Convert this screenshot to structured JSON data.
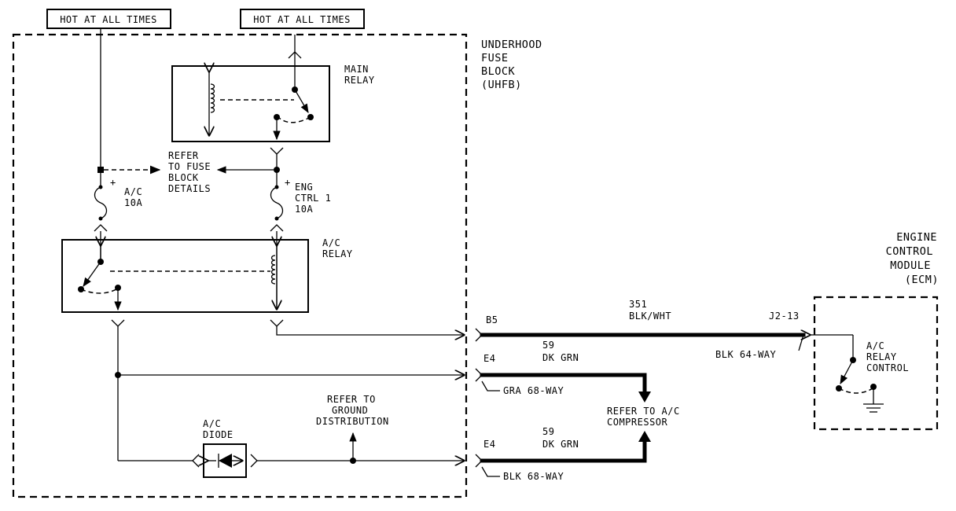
{
  "labels": {
    "hot_left": "HOT AT ALL TIMES",
    "hot_right": "HOT AT ALL TIMES",
    "uhfb": [
      "UNDERHOOD",
      "FUSE",
      "BLOCK",
      "(UHFB)"
    ],
    "main_relay": [
      "MAIN",
      "RELAY"
    ],
    "refer_fuse": [
      "REFER",
      "TO FUSE",
      "BLOCK",
      "DETAILS"
    ],
    "fuse_ac": [
      "A/C",
      "10A"
    ],
    "fuse_eng": [
      "ENG",
      "CTRL 1",
      "10A"
    ],
    "plus": "+",
    "ac_relay": [
      "A/C",
      "RELAY"
    ],
    "ecm": [
      "ENGINE",
      "CONTROL",
      "MODULE",
      "(ECM)"
    ],
    "circuit_351": "351",
    "wire_351": "BLK/WHT",
    "pin_b5": "B5",
    "pin_j2_13": "J2-13",
    "conn_blk64": "BLK 64-WAY",
    "circuit_59a": "59",
    "wire_59a": "DK GRN",
    "pin_e4a": "E4",
    "conn_gra68": "GRA 68-WAY",
    "refer_compressor": [
      "REFER TO A/C",
      "COMPRESSOR"
    ],
    "circuit_59b": "59",
    "wire_59b": "DK GRN",
    "pin_e4b": "E4",
    "conn_blk68": "BLK 68-WAY",
    "refer_ground": [
      "REFER TO",
      "GROUND",
      "DISTRIBUTION"
    ],
    "ac_diode": [
      "A/C",
      "DIODE"
    ],
    "ac_relay_control": [
      "A/C",
      "RELAY",
      "CONTROL"
    ]
  }
}
